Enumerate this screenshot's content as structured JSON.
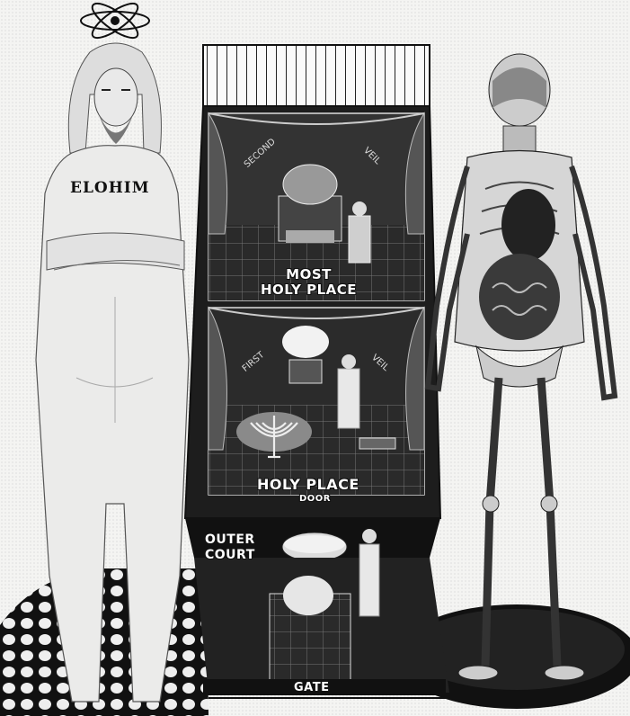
{
  "figure": {
    "elohim_label": "ELOHIM",
    "most_holy_place": [
      "MOST",
      "HOLY PLACE"
    ],
    "second_veil": [
      "SECOND",
      "VEIL"
    ],
    "first_veil": [
      "FIRST",
      "VEIL"
    ],
    "holy_place": "HOLY PLACE",
    "door": "DOOR",
    "outer_court": [
      "OUTER",
      "COURT"
    ],
    "gate": "GATE"
  }
}
